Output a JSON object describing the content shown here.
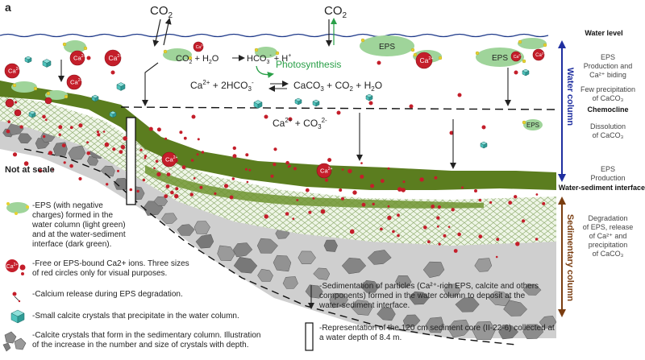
{
  "panel_letter": "a",
  "co2": {
    "base": "CO",
    "sub": "2"
  },
  "reactions": {
    "line1": [
      "CO",
      "2",
      " + H",
      "2",
      "O",
      "HCO",
      "3",
      "-",
      " + H",
      "+"
    ],
    "photosynthesis": "Photosynthesis",
    "line2": [
      "Ca",
      "2+",
      " + 2HCO",
      "3",
      "-",
      "CaCO",
      "3",
      " + CO",
      "2",
      " + H",
      "2",
      "O"
    ],
    "line3": [
      "Ca",
      "2+",
      " + ",
      "CO",
      "3",
      "2-"
    ]
  },
  "eps_label": "EPS",
  "ca_label": {
    "base": "Ca",
    "sup": "2+"
  },
  "not_at_scale": "Not at scale",
  "right": {
    "water_level": "Water level",
    "eps_prod_ca": [
      "EPS",
      "Production and",
      "Ca²⁺ biding"
    ],
    "few_precip": [
      "Few precipitation",
      "of CaCO₃"
    ],
    "water_column": "Water column",
    "chemocline": "Chemocline",
    "dissolution": [
      "Dissolution",
      "of CaCO₃"
    ],
    "eps_prod": [
      "EPS",
      "Production"
    ],
    "water_sediment": "Water-sediment interface",
    "degradation": [
      "Degradation",
      "of EPS, release",
      "of Ca²⁺ and",
      "precipitation",
      "of CaCO₃"
    ],
    "sedimentary_column": "Sedimentary column"
  },
  "legend": {
    "eps": [
      "-EPS (with negative",
      "charges) formed in the",
      "water column (light green)",
      "and at the water-sediment",
      "interface (dark green)."
    ],
    "ca": [
      "-Free or EPS-bound Ca2+ ions. Three sizes",
      "of red circles only for visual purposes."
    ],
    "release": "-Calcium release during EPS degradation.",
    "small_calcite": "-Small calcite crystals that precipitate in the water column.",
    "calcite_sed": [
      "-Calcite crystals that form in the sedimentary column. Illustration",
      "of the increase in the number and size of crystals with depth."
    ],
    "sedimentation": [
      "-Sedimentation of particles (Ca²⁺-rich EPS, calcite and others",
      "components) formed in the water column to deposit at the",
      "water-sediment interface."
    ],
    "core": [
      "-Representation of the 120 cm sediment core (II-22-6) collected at",
      "a water depth of 8.4 m."
    ]
  },
  "colors": {
    "water_line": "#1f3a8a",
    "eps_light": "#9fd49a",
    "eps_dark": "#5b7d1f",
    "ca_red": "#c41e2a",
    "calcite_teal": "#4fc4bd",
    "grey_rock": "#8c8c8c",
    "photo_green": "#2aa048",
    "blue_arrow": "#1f2fa0",
    "brown_arrow": "#7a3d10"
  }
}
